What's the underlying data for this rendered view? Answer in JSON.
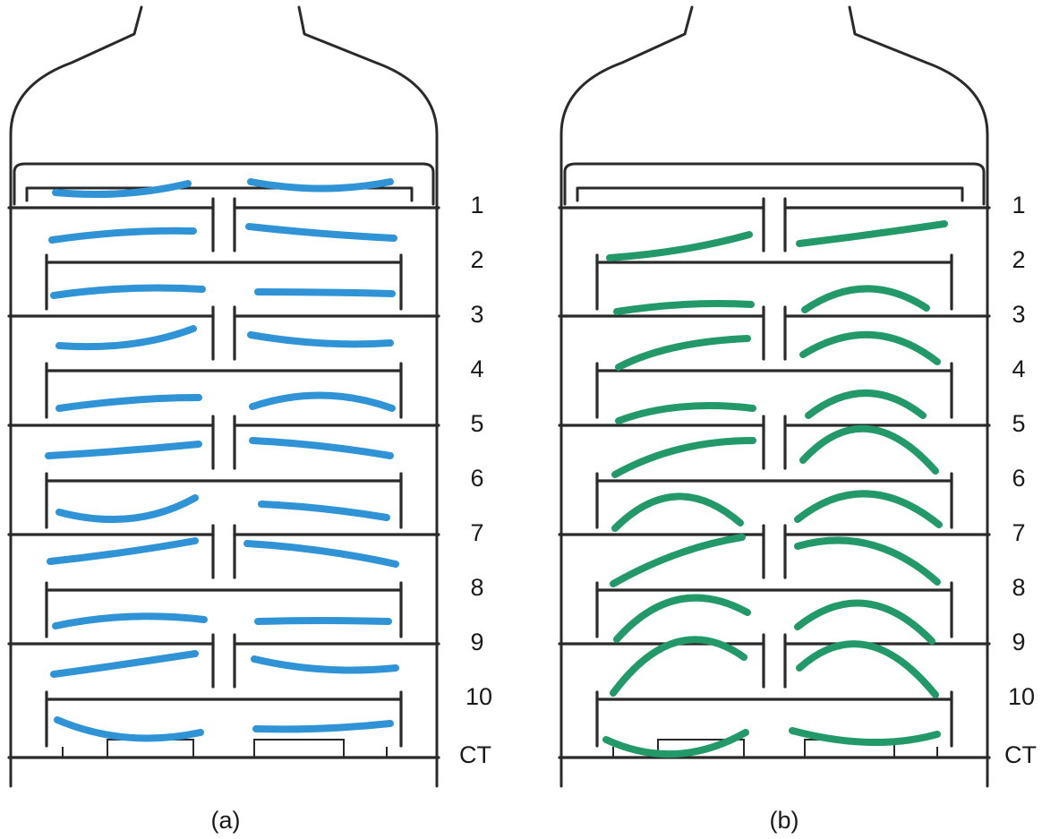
{
  "colors": {
    "panel_a_layer": "#2f93d5",
    "panel_b_layer": "#23996a",
    "structure": "#2a2a2a"
  },
  "panels": [
    {
      "label": "(a)"
    },
    {
      "label": "(b)"
    }
  ],
  "tray_labels": [
    "1",
    "2",
    "3",
    "4",
    "5",
    "6",
    "7",
    "8",
    "9",
    "10",
    "CT"
  ]
}
